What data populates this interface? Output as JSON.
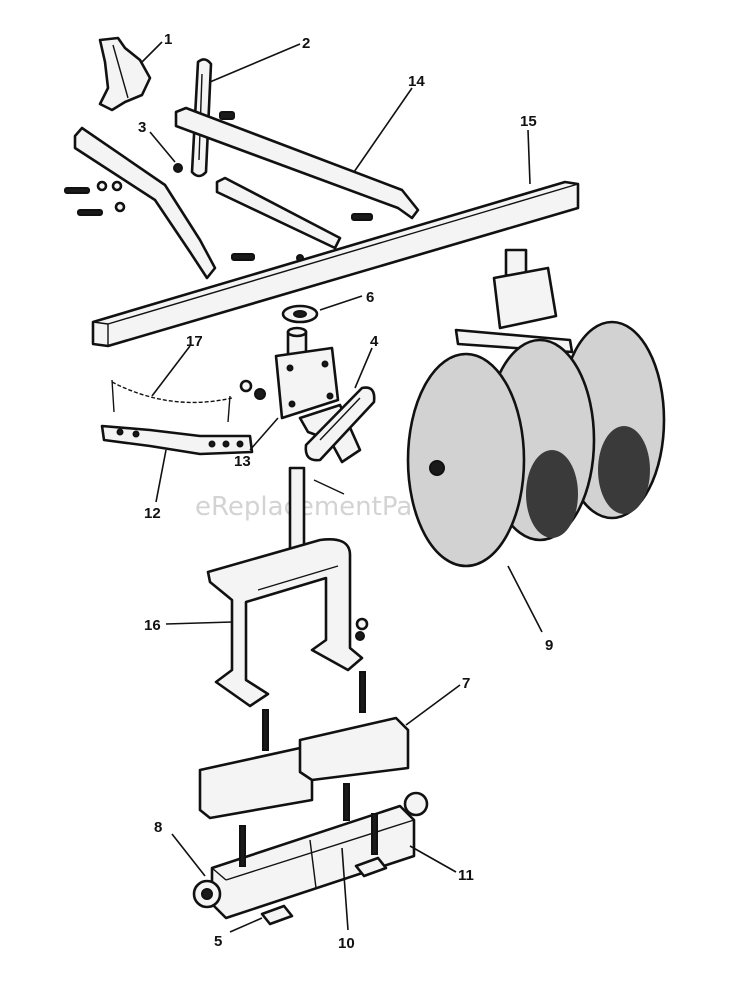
{
  "diagram": {
    "watermark": "eReplacementParts.com",
    "callouts": [
      {
        "id": "1",
        "label": "1"
      },
      {
        "id": "2",
        "label": "2"
      },
      {
        "id": "3",
        "label": "3"
      },
      {
        "id": "4",
        "label": "4"
      },
      {
        "id": "5",
        "label": "5"
      },
      {
        "id": "6",
        "label": "6"
      },
      {
        "id": "7",
        "label": "7"
      },
      {
        "id": "8",
        "label": "8"
      },
      {
        "id": "9",
        "label": "9"
      },
      {
        "id": "10",
        "label": "10"
      },
      {
        "id": "11",
        "label": "11"
      },
      {
        "id": "12",
        "label": "12"
      },
      {
        "id": "13",
        "label": "13"
      },
      {
        "id": "14",
        "label": "14"
      },
      {
        "id": "15",
        "label": "15"
      },
      {
        "id": "16",
        "label": "16"
      },
      {
        "id": "17",
        "label": "17"
      }
    ]
  }
}
